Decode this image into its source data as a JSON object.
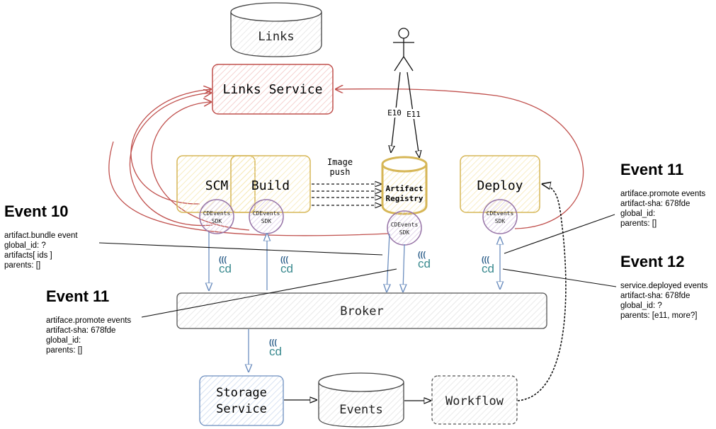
{
  "nodes": {
    "links_db": "Links",
    "links_service": "Links Service",
    "scm": "SCM",
    "build": "Build",
    "deploy": "Deploy",
    "artifact_registry_line1": "Artifact",
    "artifact_registry_line2": "Registry",
    "broker": "Broker",
    "storage_service_line1": "Storage",
    "storage_service_line2": "Service",
    "events_db": "Events",
    "workflow": "Workflow",
    "sdk_line1": "CDEvents",
    "sdk_line2": "SDK"
  },
  "labels": {
    "image_push_line1": "Image",
    "image_push_line2": "push",
    "e10": "E10",
    "e11": "E11"
  },
  "icons": {
    "cd_logo": "cd",
    "cd_waves": "(((",
    "actor": "stick-figure-user"
  },
  "colors": {
    "links_red": "#c0504d",
    "service_yellow": "#d6b656",
    "sdk_purple": "#9673a6",
    "flow_blue": "#6c8ebf",
    "cd_blue": "#2d5f8a",
    "cd_teal": "#3a8a8f"
  },
  "notes": [
    {
      "title": "Event 10",
      "lines": [
        "artifact.bundle event",
        "global_id: ?",
        "artifacts[ ids ]",
        "parents: []"
      ]
    },
    {
      "title": "Event 11",
      "lines": [
        "artiface.promote events",
        "artifact-sha: 678fde",
        "global_id:",
        "parents: []"
      ]
    },
    {
      "title": "Event 11",
      "lines": [
        "artiface.promote events",
        "artifact-sha: 678fde",
        "global_id:",
        "parents: []"
      ]
    },
    {
      "title": "Event 12",
      "lines": [
        "service.deployed events",
        "artifact-sha: 678fde",
        "global_id: ?",
        "parents: [e11, more?]"
      ]
    }
  ]
}
